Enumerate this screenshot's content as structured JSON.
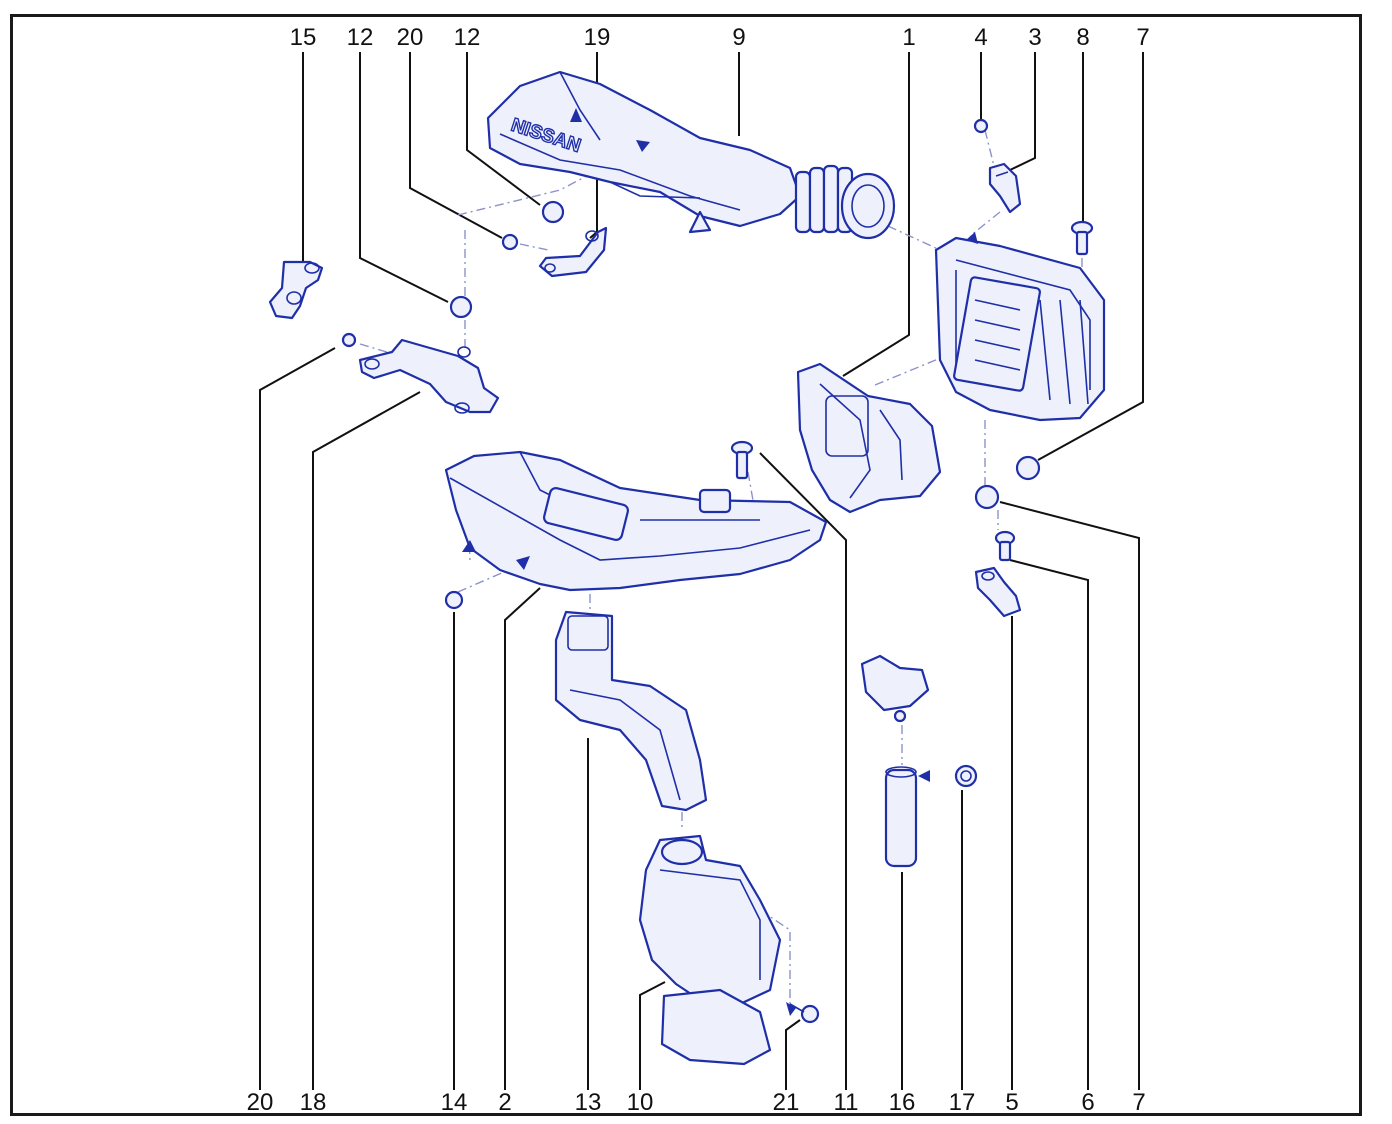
{
  "diagram": {
    "line_color": "#1f2fa8",
    "label_color": "#111111",
    "frame_color": "#1a1a1a",
    "duct_logo": "NISSAN",
    "callouts_top": [
      {
        "id": "15",
        "label": "15"
      },
      {
        "id": "12a",
        "label": "12"
      },
      {
        "id": "20a",
        "label": "20"
      },
      {
        "id": "12b",
        "label": "12"
      },
      {
        "id": "19",
        "label": "19"
      },
      {
        "id": "9",
        "label": "9"
      },
      {
        "id": "1",
        "label": "1"
      },
      {
        "id": "4",
        "label": "4"
      },
      {
        "id": "3",
        "label": "3"
      },
      {
        "id": "8",
        "label": "8"
      },
      {
        "id": "7a",
        "label": "7"
      }
    ],
    "callouts_bottom": [
      {
        "id": "20b",
        "label": "20"
      },
      {
        "id": "18",
        "label": "18"
      },
      {
        "id": "14",
        "label": "14"
      },
      {
        "id": "2",
        "label": "2"
      },
      {
        "id": "13",
        "label": "13"
      },
      {
        "id": "10",
        "label": "10"
      },
      {
        "id": "21",
        "label": "21"
      },
      {
        "id": "11",
        "label": "11"
      },
      {
        "id": "16",
        "label": "16"
      },
      {
        "id": "17",
        "label": "17"
      },
      {
        "id": "5",
        "label": "5"
      },
      {
        "id": "6",
        "label": "6"
      },
      {
        "id": "7b",
        "label": "7"
      }
    ]
  }
}
